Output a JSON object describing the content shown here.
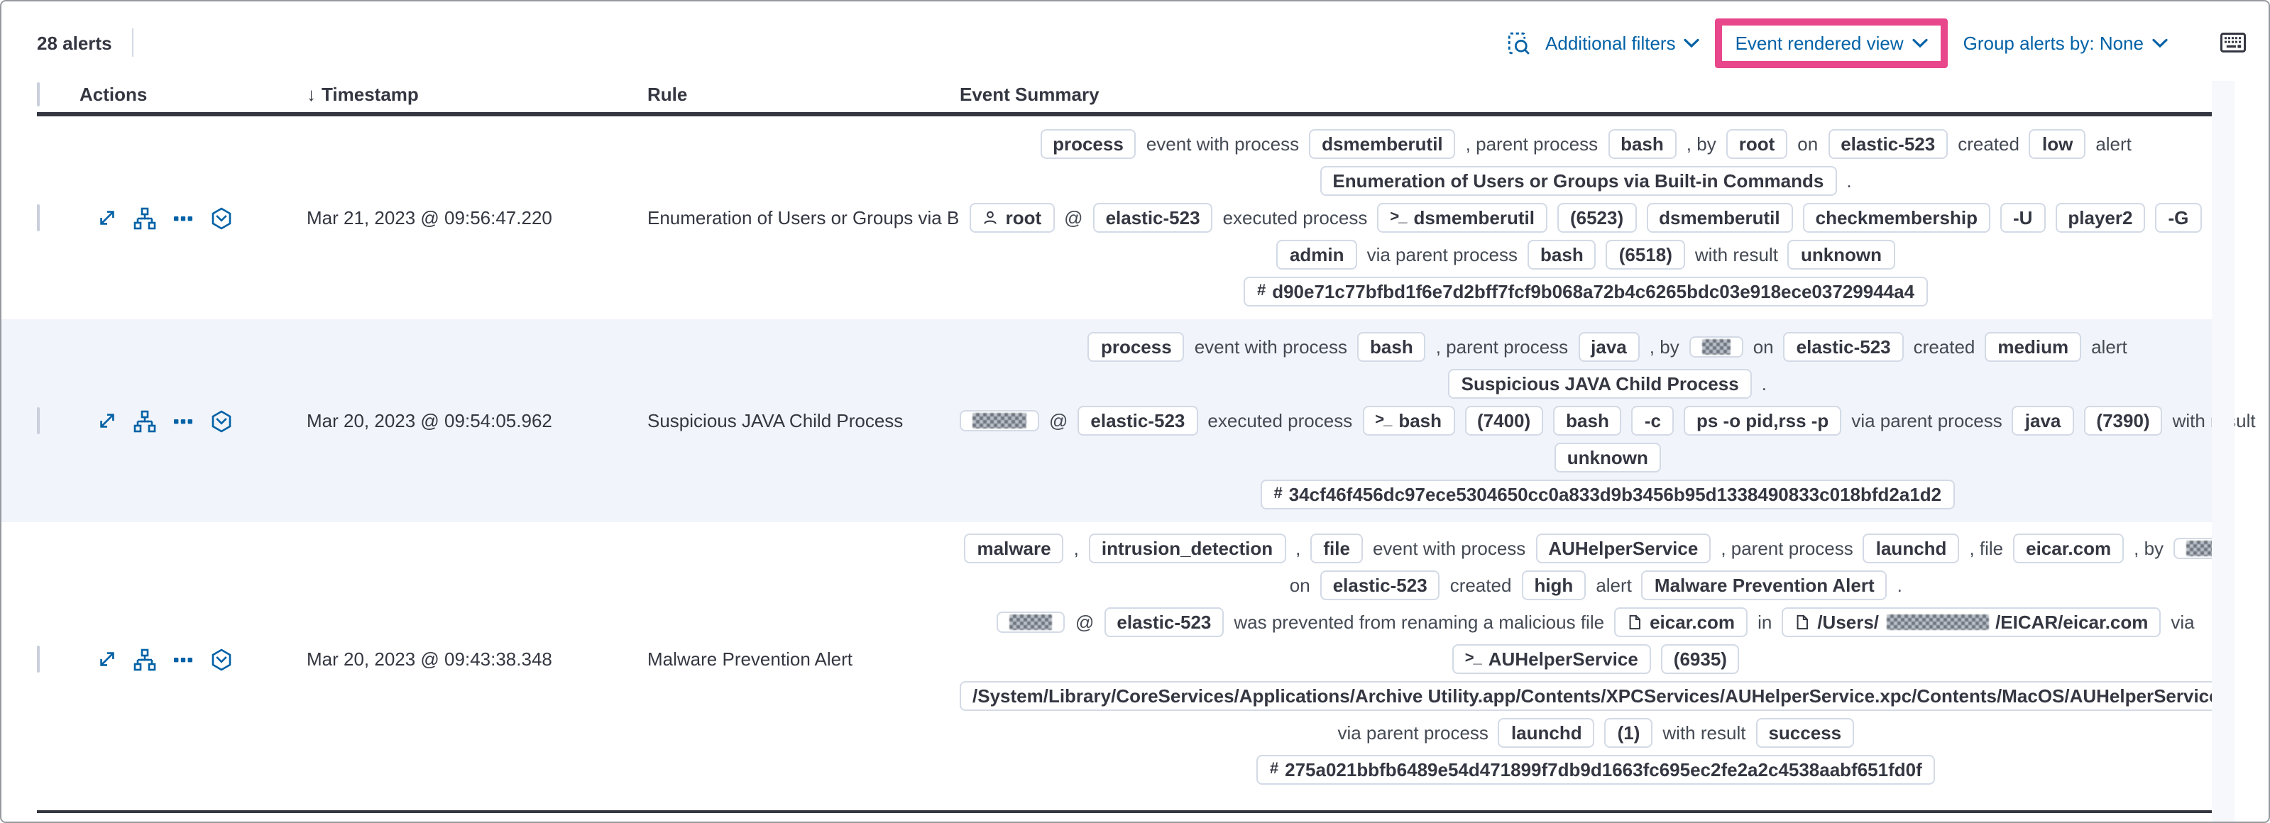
{
  "colors": {
    "accent_pink": "#e8478b",
    "link_blue": "#0061a6",
    "badge_border": "#d3dae6",
    "stripe_bg": "#f1f4fa",
    "text": "#343741",
    "header_border": "#343741"
  },
  "toolbar": {
    "alert_count": "28 alerts",
    "additional_filters": "Additional filters",
    "view_selector": "Event rendered view",
    "group_by": "Group alerts by: None"
  },
  "icons": {
    "inspect": "document-with-magnifier",
    "keyboard": "keyboard-outline",
    "expand": "diagonal-expand-arrows",
    "analyze": "process-tree-nodes",
    "more": "three-boxes-horizontal",
    "session": "hexagon-chevron",
    "user": "person-outline",
    "terminal": ">_",
    "hash": "#",
    "file": "document-outline",
    "chevron": "chevron-down",
    "sort": "arrow-down"
  },
  "table": {
    "headers": {
      "actions": "Actions",
      "timestamp": "Timestamp",
      "rule": "Rule",
      "summary": "Event Summary"
    },
    "sort_arrow": "↓",
    "action_icons": [
      "expand-alert-icon",
      "analyze-event-icon",
      "more-actions-icon",
      "session-view-icon"
    ]
  },
  "rows": [
    {
      "timestamp": "Mar 21, 2023 @ 09:56:47.220",
      "rule": "Enumeration of Users or Groups via Bui",
      "striped": false,
      "lines": [
        [
          {
            "b": "process"
          },
          {
            "t": "event with process"
          },
          {
            "b": "dsmemberutil"
          },
          {
            "t": ", parent process"
          },
          {
            "b": "bash"
          },
          {
            "t": ", by"
          },
          {
            "b": "root"
          },
          {
            "t": "on"
          },
          {
            "b": "elastic-523"
          },
          {
            "t": "created"
          },
          {
            "b": "low"
          },
          {
            "t": "alert"
          }
        ],
        [
          {
            "b": "Enumeration of Users or Groups via Built-in Commands"
          },
          {
            "t": "."
          }
        ],
        [
          {
            "b": "root",
            "i": "user"
          },
          {
            "t": "@"
          },
          {
            "b": "elastic-523"
          },
          {
            "t": "executed process"
          },
          {
            "b": "dsmemberutil",
            "i": "terminal"
          },
          {
            "b": "(6523)"
          },
          {
            "b": "dsmemberutil"
          },
          {
            "b": "checkmembership"
          },
          {
            "b": "-U"
          },
          {
            "b": "player2"
          },
          {
            "b": "-G"
          }
        ],
        [
          {
            "b": "admin"
          },
          {
            "t": "via parent process"
          },
          {
            "b": "bash"
          },
          {
            "b": "(6518)"
          },
          {
            "t": "with result"
          },
          {
            "b": "unknown"
          }
        ],
        [
          {
            "b": "d90e71c77bfbd1f6e7d2bff7fcf9b068a72b4c6265bdc03e918ece03729944a4",
            "i": "hash"
          }
        ]
      ]
    },
    {
      "timestamp": "Mar 20, 2023 @ 09:54:05.962",
      "rule": "Suspicious JAVA Child Process",
      "striped": true,
      "lines": [
        [
          {
            "b": "process"
          },
          {
            "t": "event with process"
          },
          {
            "b": "bash"
          },
          {
            "t": ", parent process"
          },
          {
            "b": "java"
          },
          {
            "t": ", by"
          },
          {
            "r": 20
          },
          {
            "t": "on"
          },
          {
            "b": "elastic-523"
          },
          {
            "t": "created"
          },
          {
            "b": "medium"
          },
          {
            "t": "alert"
          }
        ],
        [
          {
            "b": "Suspicious JAVA Child Process"
          },
          {
            "t": "."
          }
        ],
        [
          {
            "r": 38
          },
          {
            "t": "@"
          },
          {
            "b": "elastic-523"
          },
          {
            "t": "executed process"
          },
          {
            "b": "bash",
            "i": "terminal"
          },
          {
            "b": "(7400)"
          },
          {
            "b": "bash"
          },
          {
            "b": "-c"
          },
          {
            "b": "ps -o pid,rss -p"
          },
          {
            "t": "via parent process"
          },
          {
            "b": "java"
          },
          {
            "b": "(7390)"
          },
          {
            "t": "with result"
          }
        ],
        [
          {
            "b": "unknown"
          }
        ],
        [
          {
            "b": "34cf46f456dc97ece5304650cc0a833d9b3456b95d1338490833c018bfd2a1d2",
            "i": "hash"
          }
        ]
      ]
    },
    {
      "timestamp": "Mar 20, 2023 @ 09:43:38.348",
      "rule": "Malware Prevention Alert",
      "striped": false,
      "lines": [
        [
          {
            "b": "malware"
          },
          {
            "t": ","
          },
          {
            "b": "intrusion_detection"
          },
          {
            "t": ","
          },
          {
            "b": "file"
          },
          {
            "t": "event with process"
          },
          {
            "b": "AUHelperService"
          },
          {
            "t": ", parent process"
          },
          {
            "b": "launchd"
          },
          {
            "t": ", file"
          },
          {
            "b": "eicar.com"
          },
          {
            "t": ", by"
          },
          {
            "r": 20
          }
        ],
        [
          {
            "t": "on"
          },
          {
            "b": "elastic-523"
          },
          {
            "t": "created"
          },
          {
            "b": "high"
          },
          {
            "t": "alert"
          },
          {
            "b": "Malware Prevention Alert"
          },
          {
            "t": "."
          }
        ],
        [
          {
            "r": 30
          },
          {
            "t": "@"
          },
          {
            "b": "elastic-523"
          },
          {
            "t": "was prevented from renaming a malicious file"
          },
          {
            "b": "eicar.com",
            "i": "file"
          },
          {
            "t": "in"
          },
          {
            "bp": [
              {
                "t": "/Users/"
              },
              {
                "r": 72
              },
              {
                "t": "/EICAR/eicar.com"
              }
            ],
            "i": "file"
          },
          {
            "t": "via"
          }
        ],
        [
          {
            "b": "AUHelperService",
            "i": "terminal"
          },
          {
            "b": "(6935)"
          }
        ],
        [
          {
            "b": "/System/Library/CoreServices/Applications/Archive Utility.app/Contents/XPCServices/AUHelperService.xpc/Contents/MacOS/AUHelperService"
          }
        ],
        [
          {
            "t": "via parent process"
          },
          {
            "b": "launchd"
          },
          {
            "b": "(1)"
          },
          {
            "t": "with result"
          },
          {
            "b": "success"
          }
        ],
        [
          {
            "b": "275a021bbfb6489e54d471899f7db9d1663fc695ec2fe2a2c4538aabf651fd0f",
            "i": "hash"
          }
        ]
      ]
    }
  ]
}
